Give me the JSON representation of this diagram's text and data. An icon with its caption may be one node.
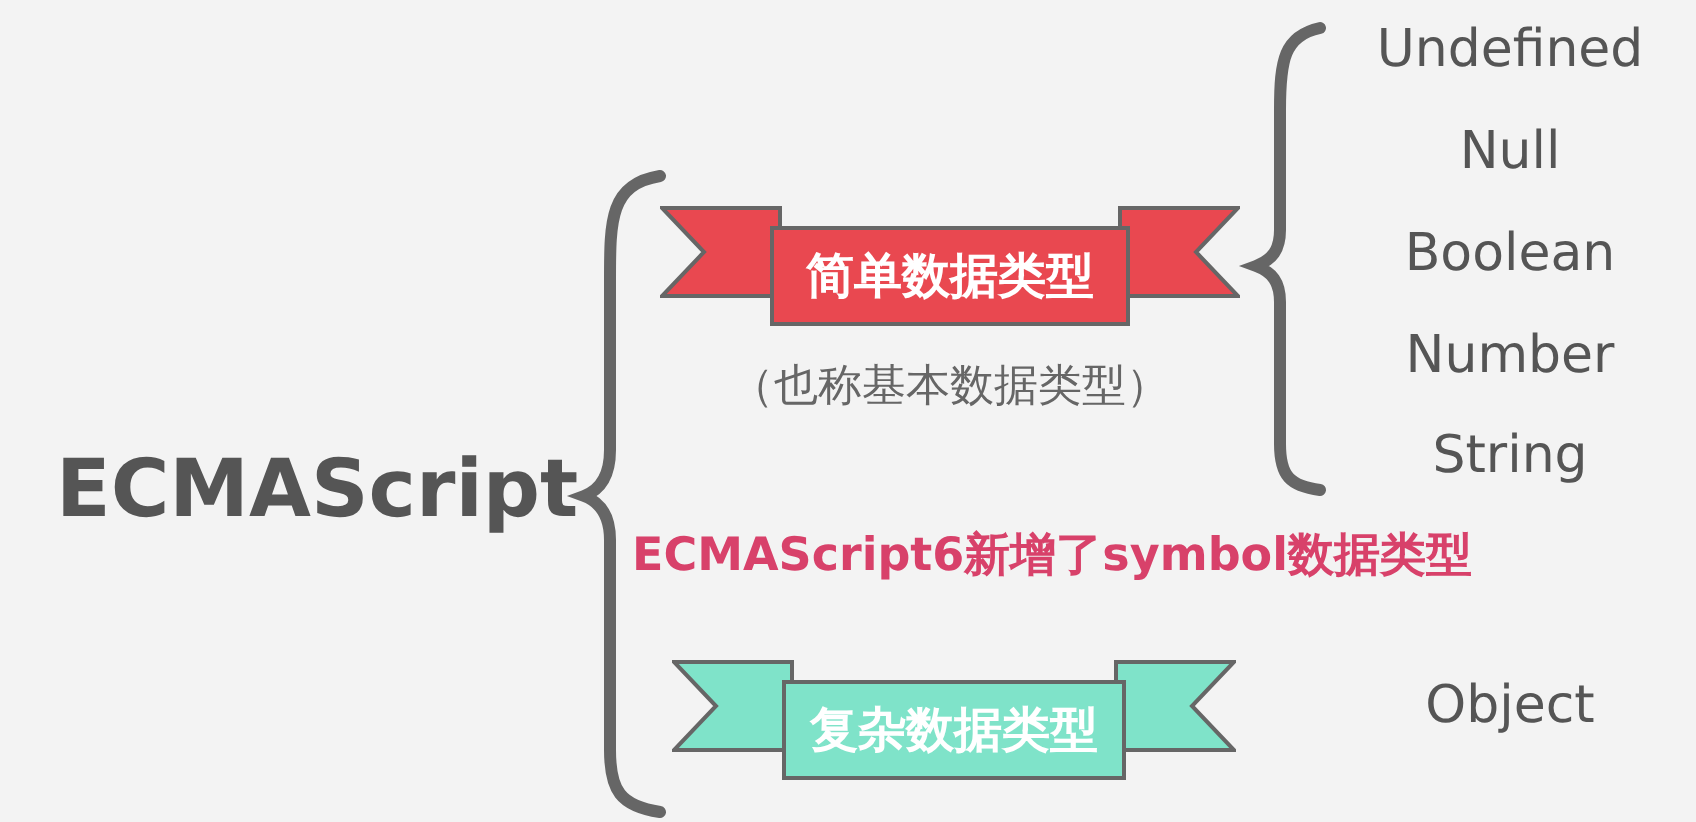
{
  "diagram": {
    "nodes": [
      {
        "text": [
          "简单数据类型"
        ],
        "beside": [
          "（也称基本数据类型）"
        ]
      },
      {
        "text": [
          "复杂数据类型"
        ]
      }
    ],
    "labels": [
      "ECMAScript",
      "Undefined",
      "Null",
      "Boolean",
      "Number",
      "String",
      "ECMAScript6新增了symbol数据类型",
      "Object"
    ]
  }
}
